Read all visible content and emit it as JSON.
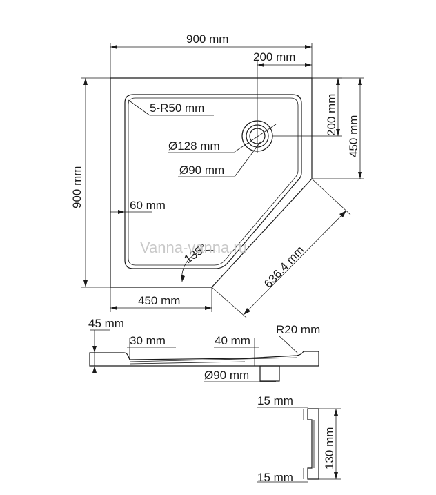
{
  "top_view": {
    "width_label": "900 mm",
    "height_label": "900 mm",
    "drain_offset_x_label": "200 mm",
    "drain_offset_y_label": "200 mm",
    "side_450_label": "450 mm",
    "bottom_450_label": "450 mm",
    "radius_label": "5-R50 mm",
    "drain_outer_label": "Ø128 mm",
    "drain_inner_label": "Ø90 mm",
    "rim_label": "60 mm",
    "angle_label": "135°",
    "diagonal_label": "636.4 mm"
  },
  "watermark": "Vanna-vanna.ru",
  "section_view": {
    "height_label": "45 mm",
    "rim_label": "30 mm",
    "drain_depth_label": "40 mm",
    "radius_label": "R20 mm",
    "drain_label": "Ø90 mm"
  },
  "profile_view": {
    "top_label": "15 mm",
    "height_label": "130 mm",
    "bottom_label": "15 mm"
  }
}
